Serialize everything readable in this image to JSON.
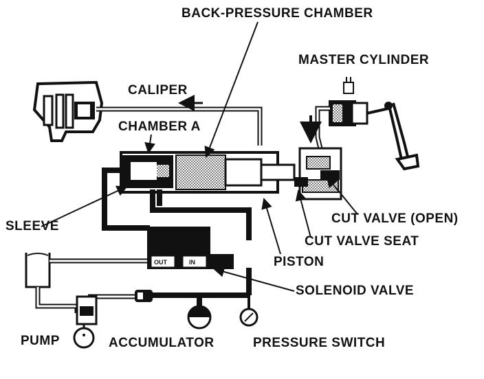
{
  "labels": {
    "back_pressure_chamber": "BACK-PRESSURE CHAMBER",
    "master_cylinder": "MASTER CYLINDER",
    "caliper": "CALIPER",
    "chamber_a": "CHAMBER A",
    "sleeve": "SLEEVE",
    "cut_valve_open": "CUT VALVE (OPEN)",
    "cut_valve_seat": "CUT VALVE SEAT",
    "piston": "PISTON",
    "solenoid_valve": "SOLENOID VALVE",
    "pump": "PUMP",
    "accumulator": "ACCUMULATOR",
    "pressure_switch": "PRESSURE SWITCH"
  },
  "solenoid_ports": {
    "out": "OUT",
    "in": "IN"
  },
  "colors": {
    "ink": "#111111",
    "paper": "#ffffff",
    "shade": "#555555"
  }
}
